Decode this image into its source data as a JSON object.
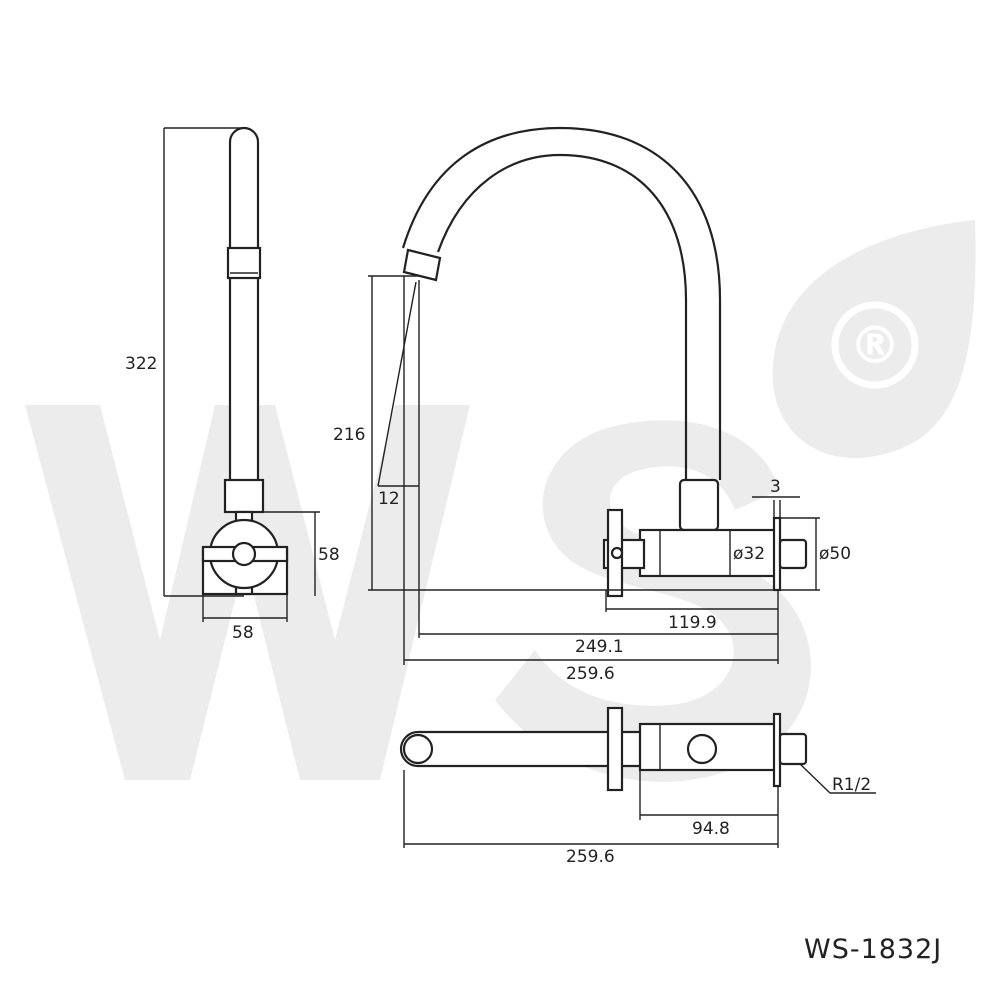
{
  "brand": {
    "registered_mark": "®",
    "watermark_color": "#ececec"
  },
  "model_label": "WS-1832J",
  "views": {
    "side": {
      "height_dim": "322",
      "body_height_dim": "58",
      "body_width_dim": "58"
    },
    "front": {
      "spout_drop_dim": "216",
      "spout_offset_dim": "12",
      "flange_thickness_dim": "3",
      "body_diameter_dim": "ø32",
      "flange_diameter_dim": "ø50",
      "handle_to_wall_dim": "119.9",
      "spout_reach_dim": "249.1",
      "overall_reach_dim": "259.6"
    },
    "top": {
      "thread_label": "R1/2",
      "body_length_dim": "94.8",
      "overall_length_dim": "259.6"
    }
  },
  "line_color": "#222222"
}
